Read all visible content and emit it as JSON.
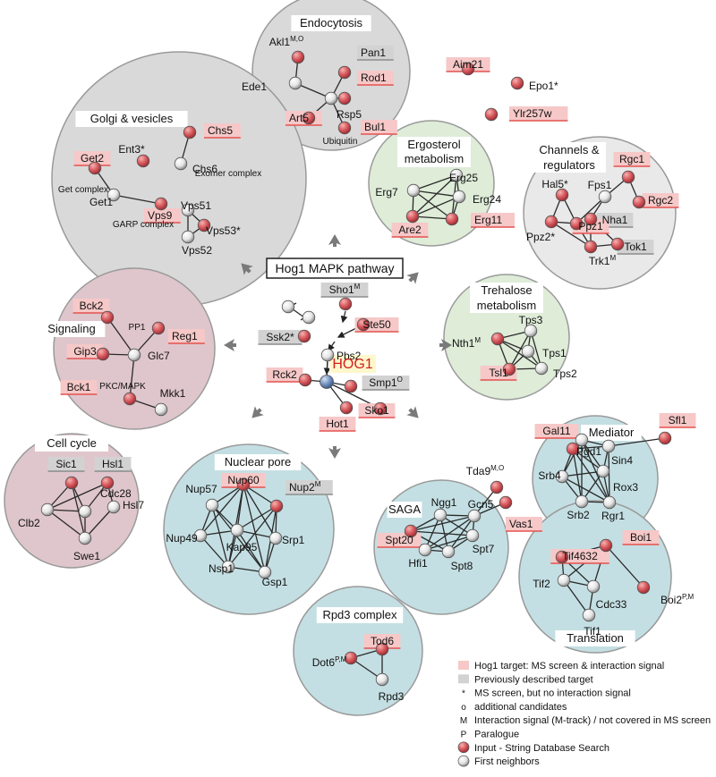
{
  "center": {
    "title": "Hog1 MAPK pathway"
  },
  "colors": {
    "target_bg": "#f6c8c8",
    "target_line": "#e4524f",
    "previous_bg": "#d2d2d2",
    "previous_line": "#8c8c8c",
    "red_node": "#d85a5e",
    "gray_node": "#ededed",
    "hog1_node": "#6f8fbd",
    "gray_cluster": "#d9d9d9",
    "light_gray_cluster": "#e9e9e9",
    "green_cluster": "#deecd8",
    "pink_cluster": "#dfc6cc",
    "blue_cluster": "#c4dfe3"
  },
  "clusters": [
    {
      "title": "Endocytosis",
      "tone": "gray",
      "sub": [
        {
          "text": "Ubiquitin"
        }
      ],
      "nodes": [
        {
          "label": "Akl1",
          "sup": "M,O",
          "type": "red",
          "box": "none"
        },
        {
          "label": "Ede1",
          "type": "gray",
          "box": "none"
        },
        {
          "label": "Rsp5",
          "type": "gray",
          "box": "none"
        },
        {
          "label": "Pan1",
          "type": "red",
          "box": "previous"
        },
        {
          "label": "Rod1",
          "type": "red",
          "box": "target"
        },
        {
          "label": "Art5",
          "type": "red",
          "box": "target"
        },
        {
          "label": "Bul1",
          "type": "red",
          "box": "target"
        }
      ]
    },
    {
      "title": "Golgi & vesicles",
      "tone": "gray",
      "sub": [
        {
          "text": "Exomer complex"
        },
        {
          "text": "Get complex"
        },
        {
          "text": "GARP complex"
        }
      ],
      "nodes": [
        {
          "label": "Chs5",
          "type": "red",
          "box": "target"
        },
        {
          "label": "Chs6",
          "type": "gray",
          "box": "none"
        },
        {
          "label": "Ent3*",
          "type": "red",
          "box": "none"
        },
        {
          "label": "Get2",
          "type": "red",
          "box": "target"
        },
        {
          "label": "Get1",
          "type": "gray",
          "box": "none"
        },
        {
          "label": "Vps9",
          "type": "red",
          "box": "target"
        },
        {
          "label": "Vps51",
          "type": "gray",
          "box": "none"
        },
        {
          "label": "Vps53*",
          "type": "red",
          "box": "none"
        },
        {
          "label": "Vps52",
          "type": "gray",
          "box": "none"
        }
      ]
    },
    {
      "title": "Ergosterol",
      "title2": "metabolism",
      "tone": "green",
      "nodes": [
        {
          "label": "Erg25",
          "type": "gray",
          "box": "none"
        },
        {
          "label": "Erg7",
          "type": "gray",
          "box": "none"
        },
        {
          "label": "Erg24",
          "type": "gray",
          "box": "none"
        },
        {
          "label": "Are2",
          "type": "red",
          "box": "target"
        },
        {
          "label": "Erg11",
          "type": "red",
          "box": "target"
        }
      ]
    },
    {
      "title": "Channels &",
      "title2": "regulators",
      "tone": "light",
      "nodes": [
        {
          "label": "Rgc1",
          "type": "red",
          "box": "target"
        },
        {
          "label": "Hal5*",
          "type": "red",
          "box": "none"
        },
        {
          "label": "Fps1",
          "type": "gray",
          "box": "none"
        },
        {
          "label": "Rgc2",
          "type": "red",
          "box": "target"
        },
        {
          "label": "Nha1",
          "type": "red",
          "box": "previous"
        },
        {
          "label": "Ppz2*",
          "type": "red",
          "box": "none"
        },
        {
          "label": "Ppz1",
          "type": "red",
          "box": "target"
        },
        {
          "label": "Trk1",
          "sup": "M",
          "type": "red",
          "box": "none"
        },
        {
          "label": "Tok1",
          "type": "red",
          "box": "previous"
        }
      ]
    },
    {
      "title": "Signaling",
      "tone": "pink",
      "sub": [
        {
          "text": "PP1"
        },
        {
          "text": "PKC/MAPK"
        }
      ],
      "nodes": [
        {
          "label": "Bck2",
          "type": "red",
          "box": "target"
        },
        {
          "label": "Reg1",
          "type": "red",
          "box": "target"
        },
        {
          "label": "Gip3",
          "type": "red",
          "box": "target"
        },
        {
          "label": "Glc7",
          "type": "gray",
          "box": "none"
        },
        {
          "label": "Bck1",
          "type": "red",
          "box": "target"
        },
        {
          "label": "Mkk1",
          "type": "gray",
          "box": "none"
        }
      ]
    },
    {
      "title": "Trehalose",
      "title2": "metabolism",
      "tone": "green",
      "nodes": [
        {
          "label": "Tps3",
          "type": "gray",
          "box": "none"
        },
        {
          "label": "Nth1",
          "sup": "M",
          "type": "red",
          "box": "none"
        },
        {
          "label": "Tps1",
          "type": "gray",
          "box": "none"
        },
        {
          "label": "Tsl1",
          "type": "red",
          "box": "target"
        },
        {
          "label": "Tps2",
          "type": "gray",
          "box": "none"
        }
      ]
    },
    {
      "title": "Mediator",
      "tone": "blue",
      "nodes": [
        {
          "label": "Pgd1",
          "type": "gray",
          "box": "none"
        },
        {
          "label": "Gal11",
          "type": "red",
          "box": "target"
        },
        {
          "label": "Sin4",
          "type": "gray",
          "box": "none"
        },
        {
          "label": "Sfl1",
          "type": "red",
          "box": "target"
        },
        {
          "label": "Srb4",
          "type": "gray",
          "box": "none"
        },
        {
          "label": "Rox3",
          "type": "gray",
          "box": "none"
        },
        {
          "label": "Srb2",
          "type": "gray",
          "box": "none"
        },
        {
          "label": "Rgr1",
          "type": "gray",
          "box": "none"
        }
      ]
    },
    {
      "title": "Cell cycle",
      "tone": "pink",
      "nodes": [
        {
          "label": "Sic1",
          "type": "red",
          "box": "previous"
        },
        {
          "label": "Hsl1",
          "type": "red",
          "box": "previous"
        },
        {
          "label": "Hsl7",
          "type": "gray",
          "box": "none"
        },
        {
          "label": "Cdc28",
          "type": "gray",
          "box": "none"
        },
        {
          "label": "Clb2",
          "type": "gray",
          "box": "none"
        },
        {
          "label": "Swe1",
          "type": "gray",
          "box": "none"
        }
      ]
    },
    {
      "title": "Nuclear pore",
      "tone": "blue",
      "nodes": [
        {
          "label": "Nup60",
          "type": "red",
          "box": "target"
        },
        {
          "label": "Nup57",
          "type": "gray",
          "box": "none"
        },
        {
          "label": "Nup2",
          "sup": "M",
          "type": "red",
          "box": "previous"
        },
        {
          "label": "Kap95",
          "type": "gray",
          "box": "none"
        },
        {
          "label": "Nup49",
          "type": "gray",
          "box": "none"
        },
        {
          "label": "Srp1",
          "type": "gray",
          "box": "none"
        },
        {
          "label": "Nsp1",
          "type": "gray",
          "box": "none"
        },
        {
          "label": "Gsp1",
          "type": "gray",
          "box": "none"
        }
      ]
    },
    {
      "title": "SAGA",
      "tone": "blue",
      "nodes": [
        {
          "label": "Tda9",
          "sup": "M,O",
          "type": "red",
          "box": "none"
        },
        {
          "label": "Ngg1",
          "type": "gray",
          "box": "none"
        },
        {
          "label": "Gcn5",
          "type": "gray",
          "box": "none"
        },
        {
          "label": "Vas1",
          "type": "red",
          "box": "target"
        },
        {
          "label": "Spt20",
          "type": "red",
          "box": "target"
        },
        {
          "label": "Spt7",
          "type": "gray",
          "box": "none"
        },
        {
          "label": "Hfi1",
          "type": "gray",
          "box": "none"
        },
        {
          "label": "Spt8",
          "type": "gray",
          "box": "none"
        }
      ]
    },
    {
      "title": "Translation",
      "tone": "blue",
      "nodes": [
        {
          "label": "Boi1",
          "type": "red",
          "box": "target"
        },
        {
          "label": "Tif4632",
          "type": "red",
          "box": "target"
        },
        {
          "label": "Boi2",
          "sup": "P,M",
          "type": "red",
          "box": "none"
        },
        {
          "label": "Tif2",
          "type": "gray",
          "box": "none"
        },
        {
          "label": "Cdc33",
          "type": "gray",
          "box": "none"
        },
        {
          "label": "Tif1",
          "type": "gray",
          "box": "none"
        }
      ]
    },
    {
      "title": "Rpd3 complex",
      "tone": "blue",
      "nodes": [
        {
          "label": "Tod6",
          "type": "red",
          "box": "target"
        },
        {
          "label": "Dot6",
          "sup": "P,M",
          "type": "red",
          "box": "none"
        },
        {
          "label": "Rpd3",
          "type": "gray",
          "box": "none"
        }
      ]
    }
  ],
  "pathway": [
    {
      "label": "Sho1",
      "sup": "M",
      "type": "red",
      "box": "previous"
    },
    {
      "label": "Ssk2*",
      "type": "red",
      "box": "previous"
    },
    {
      "label": "Ste50",
      "type": "red",
      "box": "target"
    },
    {
      "label": "Pbs2",
      "type": "gray",
      "box": "none"
    },
    {
      "label": "HOG1",
      "type": "hog",
      "box": "hog"
    },
    {
      "label": "Rck2",
      "type": "red",
      "box": "target"
    },
    {
      "label": "Smp1",
      "sup": "O",
      "type": "red",
      "box": "previous"
    },
    {
      "label": "Hot1",
      "type": "red",
      "box": "target"
    },
    {
      "label": "Sko1",
      "type": "red",
      "box": "target"
    }
  ],
  "free_nodes": [
    {
      "label": "Aim21",
      "type": "red",
      "box": "target"
    },
    {
      "label": "Epo1*",
      "type": "red",
      "box": "none"
    },
    {
      "label": "Ylr257w",
      "type": "red",
      "box": "target"
    }
  ],
  "legend": [
    {
      "symbol": "target_box",
      "text": "Hog1 target: MS screen & interaction signal"
    },
    {
      "symbol": "previous_box",
      "text": "Previously described target"
    },
    {
      "symbol": "*",
      "text": "MS screen, but no interaction signal"
    },
    {
      "symbol": "o",
      "text": "additional candidates"
    },
    {
      "symbol": "M",
      "text": "Interaction signal (M-track) / not covered in MS screen"
    },
    {
      "symbol": "P",
      "text": "Paralogue"
    },
    {
      "symbol": "red_node",
      "text": "Input - String Database Search"
    },
    {
      "symbol": "gray_node",
      "text": "First neighbors"
    }
  ]
}
